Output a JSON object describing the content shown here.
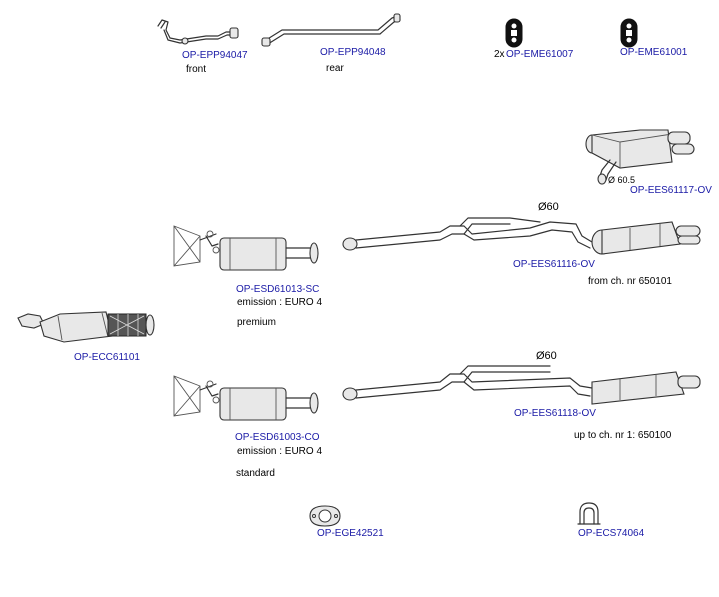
{
  "parts": {
    "p_epp94047": {
      "code": "OP-EPP94047",
      "note": "front"
    },
    "p_epp94048": {
      "code": "OP-EPP94048",
      "note": "rear"
    },
    "p_eme61007": {
      "code": "OP-EME61007",
      "prefix": "2x"
    },
    "p_eme61001": {
      "code": "OP-EME61001"
    },
    "p_ees61117": {
      "code": "OP-EES61117-OV",
      "dim": "Ø 60.5"
    },
    "p_esd61013": {
      "code": "OP-ESD61013-SC",
      "note1": "emission : EURO 4",
      "note2": "premium"
    },
    "p_ees61116": {
      "code": "OP-EES61116-OV",
      "dim": "Ø60",
      "note": "from ch. nr 650101"
    },
    "p_ecc61101": {
      "code": "OP-ECC61101"
    },
    "p_esd61003": {
      "code": "OP-ESD61003-CO",
      "note1": "emission : EURO 4",
      "note2": "standard"
    },
    "p_ees61118": {
      "code": "OP-EES61118-OV",
      "dim": "Ø60",
      "note": "up to ch. nr 1: 650100"
    },
    "p_ege42521": {
      "code": "OP-EGE42521"
    },
    "p_ecs74064": {
      "code": "OP-ECS74064"
    }
  },
  "colors": {
    "link": "#1a1aa6",
    "text": "#000000",
    "line": "#333333"
  }
}
